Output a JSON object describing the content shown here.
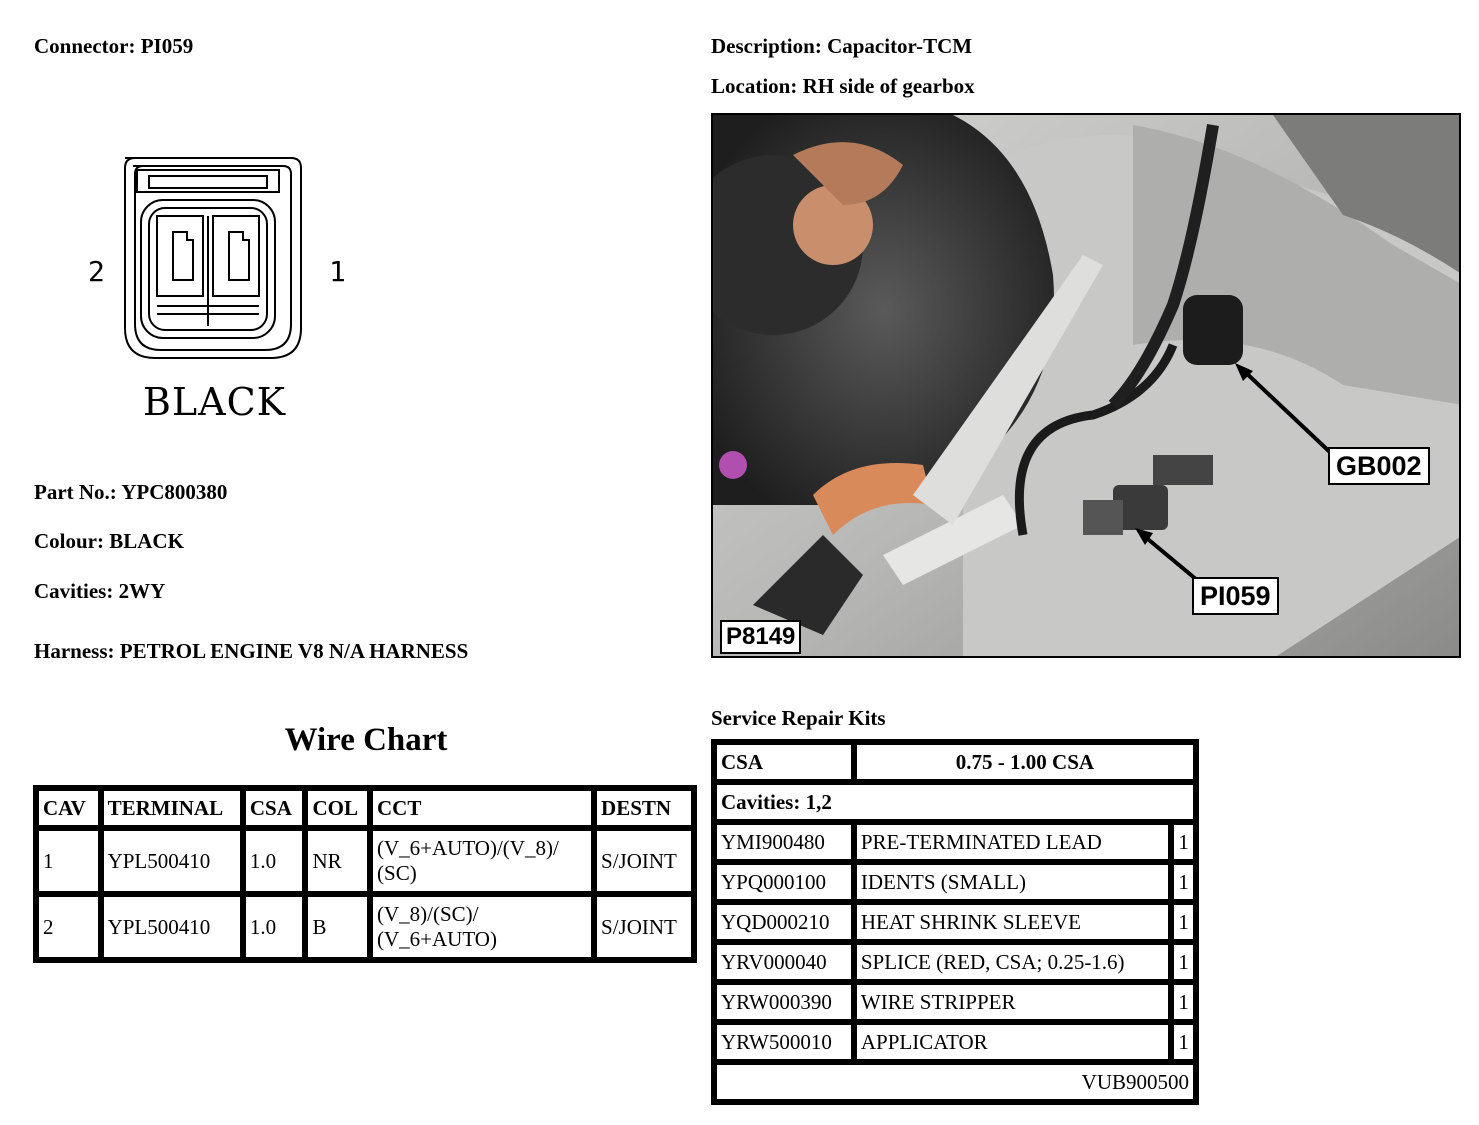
{
  "header": {
    "connector": "Connector: PI059",
    "description": "Description: Capacitor-TCM",
    "location": "Location: RH side of gearbox"
  },
  "diagram": {
    "pin_left": "2",
    "pin_right": "1",
    "colour_text": "BLACK"
  },
  "details": {
    "part_no": "Part No.: YPC800380",
    "colour": "Colour: BLACK",
    "cavities": "Cavities: 2WY",
    "harness": "Harness: PETROL ENGINE V8 N/A HARNESS"
  },
  "photo": {
    "label_gb": "GB002",
    "label_pi": "PI059",
    "label_p": "P8149"
  },
  "wire_chart": {
    "title": "Wire Chart",
    "headers": [
      "CAV",
      "TERMINAL",
      "CSA",
      "COL",
      "CCT",
      "DESTN"
    ],
    "rows": [
      {
        "cav": "1",
        "terminal": "YPL500410",
        "csa": "1.0",
        "col": "NR",
        "cct_line1": "(V_6+AUTO)/(V_8)/",
        "cct_line2": "(SC)",
        "destn": "S/JOINT"
      },
      {
        "cav": "2",
        "terminal": "YPL500410",
        "csa": "1.0",
        "col": "B",
        "cct_line1": "(V_8)/(SC)/",
        "cct_line2": "(V_6+AUTO)",
        "destn": "S/JOINT"
      }
    ]
  },
  "service_kits": {
    "title": "Service Repair Kits",
    "csa_label": "CSA",
    "csa_value": "0.75 - 1.00 CSA",
    "cavities": "Cavities: 1,2",
    "items": [
      {
        "code": "YMI900480",
        "desc": "PRE-TERMINATED LEAD",
        "qty": "1"
      },
      {
        "code": "YPQ000100",
        "desc": "IDENTS (SMALL)",
        "qty": "1"
      },
      {
        "code": "YQD000210",
        "desc": "HEAT SHRINK SLEEVE",
        "qty": "1"
      },
      {
        "code": "YRV000040",
        "desc": "SPLICE (RED, CSA; 0.25-1.6)",
        "qty": "1"
      },
      {
        "code": "YRW000390",
        "desc": "WIRE STRIPPER",
        "qty": "1"
      },
      {
        "code": "YRW500010",
        "desc": "APPLICATOR",
        "qty": "1"
      }
    ],
    "footer": "VUB900500"
  }
}
